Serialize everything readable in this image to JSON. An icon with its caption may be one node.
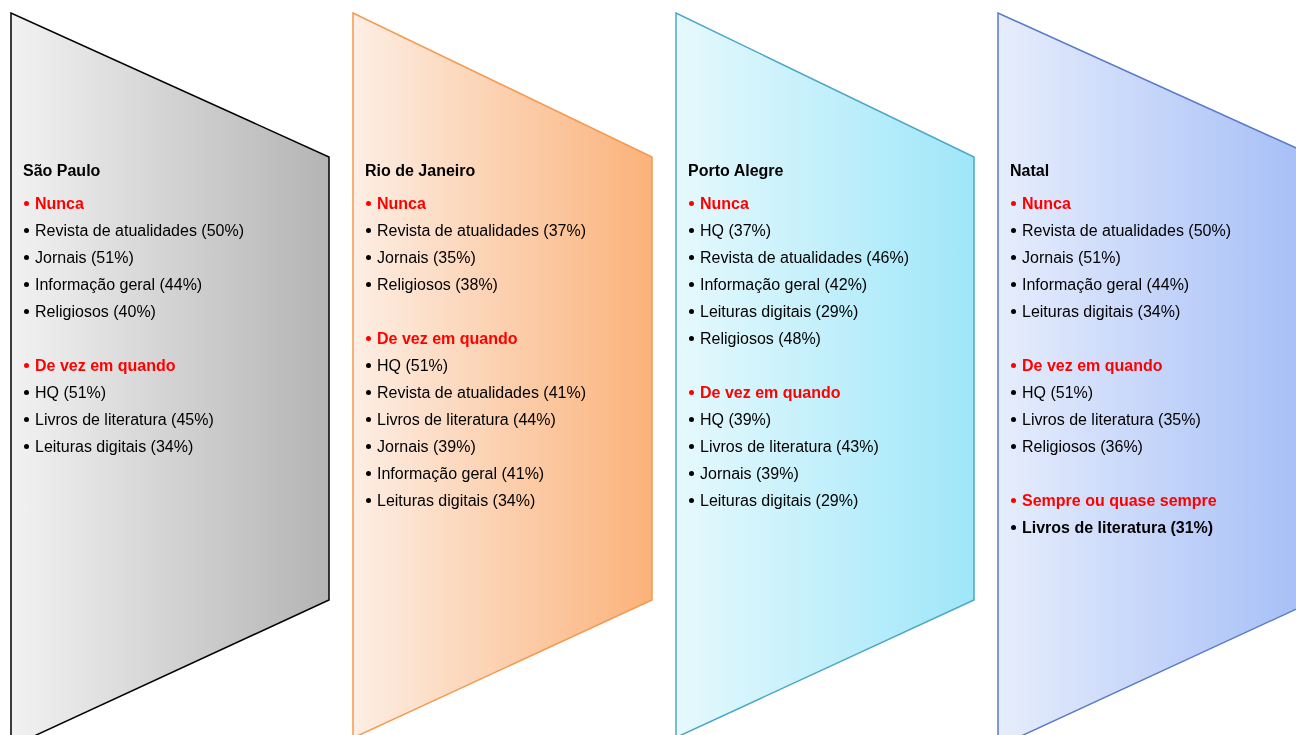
{
  "diagram": {
    "nodes": [
      {
        "text": [
          "São Paulo",
          "Nunca",
          "Revista de atualidades (50%)",
          "Jornais (51%)",
          "Informação geral (44%)",
          "Religiosos (40%)",
          "De vez em quando",
          "HQ (51%)",
          "Livros de literatura (45%)",
          "Leituras digitais (34%)"
        ]
      },
      {
        "text": [
          "Rio de Janeiro",
          "Nunca",
          "Revista de atualidades (37%)",
          "Jornais (35%)",
          "Religiosos (38%)",
          "De vez em quando",
          "HQ (51%)",
          "Revista de atualidades (41%)",
          "Livros de literatura (44%)",
          "Jornais (39%)",
          "Informação geral (41%)",
          "Leituras digitais (34%)"
        ]
      },
      {
        "text": [
          "Porto Alegre",
          "Nunca",
          "HQ (37%)",
          "Revista de atualidades (46%)",
          "Informação geral (42%)",
          "Leituras digitais (29%)",
          "Religiosos (48%)",
          "De vez em quando",
          "HQ (39%)",
          "Livros de literatura (43%)",
          "Jornais (39%)",
          "Leituras digitais (29%)"
        ]
      },
      {
        "text": [
          "Natal",
          "Nunca",
          "Revista de atualidades (50%)",
          "Jornais (51%)",
          "Informação geral (44%)",
          "Leituras digitais (34%)",
          "De vez em quando",
          "HQ (51%)",
          "Livros de literatura (35%)",
          "Religiosos (36%)",
          "Sempre ou quase sempre",
          "Livros de literatura (31%)"
        ]
      }
    ]
  }
}
